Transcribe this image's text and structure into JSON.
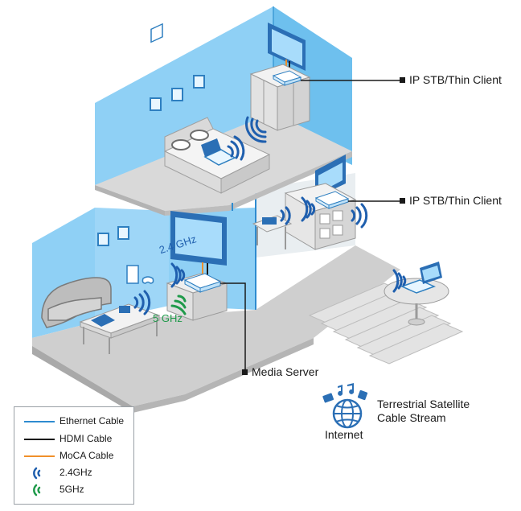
{
  "callouts": {
    "stb_top": "IP STB/Thin Client",
    "stb_mid": "IP STB/Thin Client",
    "media_server": "Media Server"
  },
  "wifi_labels": {
    "band_24": "2.4 GHz",
    "band_5": "5 GHz"
  },
  "sources": {
    "line1": "Terrestrial Satellite",
    "line2": "Cable Stream",
    "internet": "Internet"
  },
  "legend": {
    "items": [
      {
        "label": "Ethernet Cable",
        "kind": "line",
        "color": "#2e8bd0"
      },
      {
        "label": "HDMI Cable",
        "kind": "line",
        "color": "#1a1a1a"
      },
      {
        "label": "MoCA Cable",
        "kind": "line",
        "color": "#f0902a"
      },
      {
        "label": "2.4GHz",
        "kind": "wifi",
        "color": "#1f5fae"
      },
      {
        "label": "5GHz",
        "kind": "wifi",
        "color": "#1f9a4a"
      }
    ]
  },
  "colors": {
    "wifi_24": "#1f5fae",
    "wifi_5": "#1f9a4a",
    "wall": "#8fd0f5",
    "wall_dark": "#5aaee0",
    "floor": "#c9c9c9"
  }
}
